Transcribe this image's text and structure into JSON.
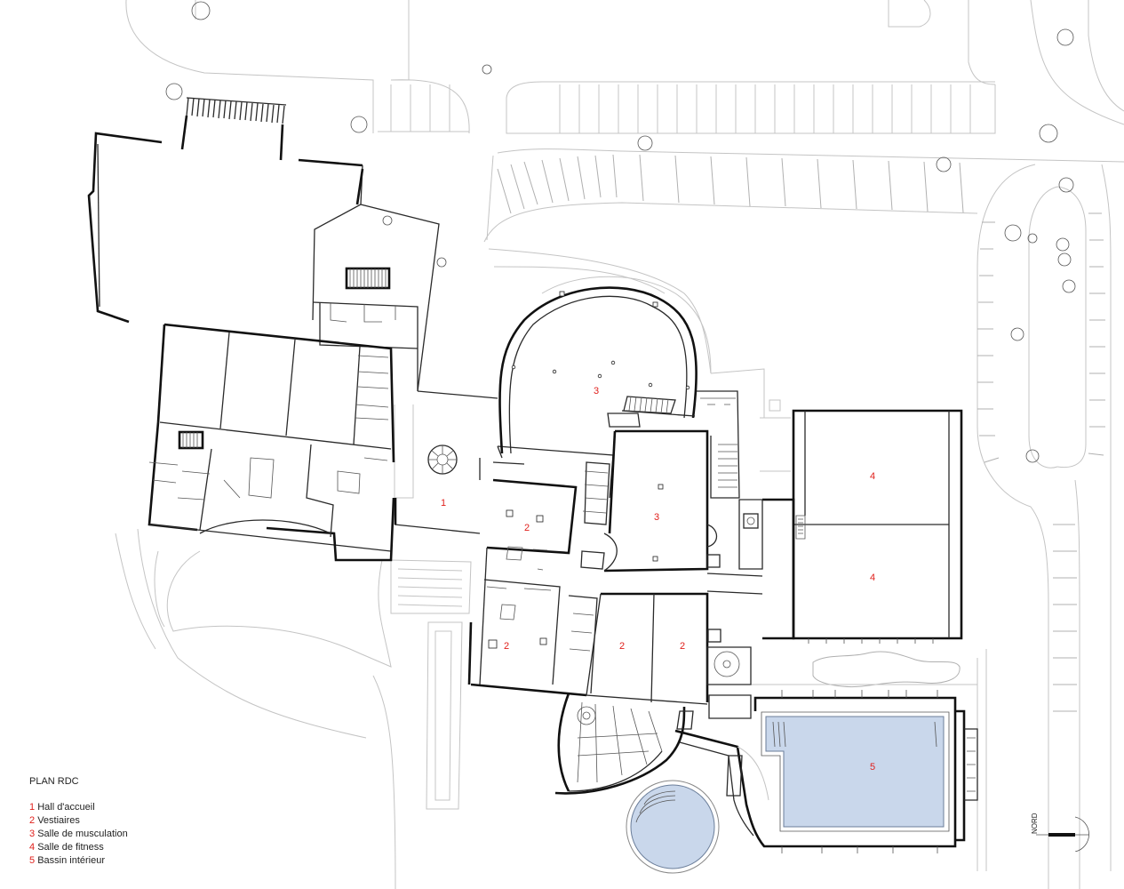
{
  "legend": {
    "title": "PLAN RDC",
    "items": [
      {
        "num": "1",
        "label": "Hall d'accueil"
      },
      {
        "num": "2",
        "label": "Vestiaires"
      },
      {
        "num": "3",
        "label": "Salle de musculation"
      },
      {
        "num": "4",
        "label": "Salle de fitness"
      },
      {
        "num": "5",
        "label": "Bassin intérieur"
      }
    ]
  },
  "room_labels": [
    "1",
    "2",
    "2",
    "2",
    "2",
    "3",
    "3",
    "4",
    "4",
    "5"
  ],
  "north": {
    "label": "NORD"
  },
  "colors": {
    "room_number": "#e0201c",
    "water": "#c9d7eb",
    "walls": "#2a2a2a",
    "site": "#c4c4c4"
  }
}
